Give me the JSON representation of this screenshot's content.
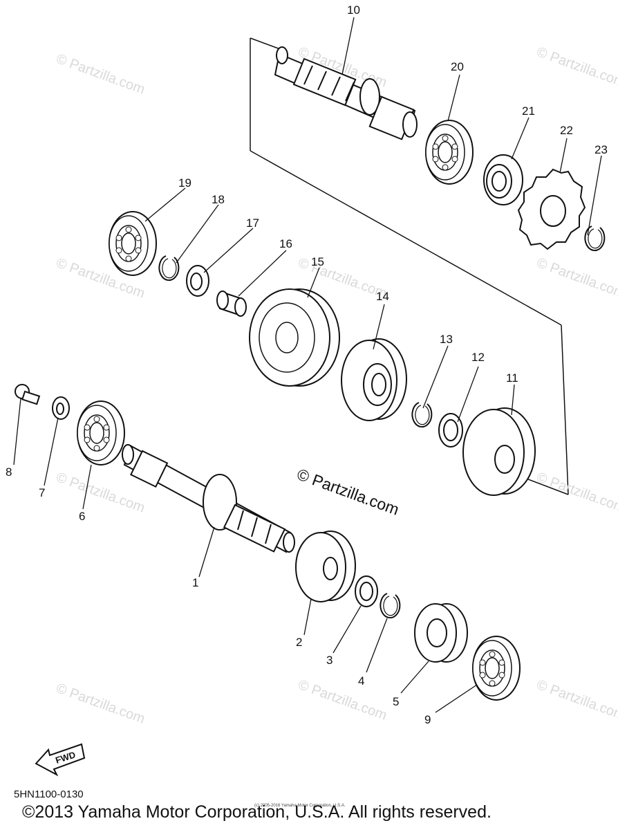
{
  "callouts": [
    {
      "num": "1"
    },
    {
      "num": "2"
    },
    {
      "num": "3"
    },
    {
      "num": "4"
    },
    {
      "num": "5"
    },
    {
      "num": "6"
    },
    {
      "num": "7"
    },
    {
      "num": "8"
    },
    {
      "num": "9"
    },
    {
      "num": "10"
    },
    {
      "num": "11"
    },
    {
      "num": "12"
    },
    {
      "num": "13"
    },
    {
      "num": "14"
    },
    {
      "num": "15"
    },
    {
      "num": "16"
    },
    {
      "num": "17"
    },
    {
      "num": "18"
    },
    {
      "num": "19"
    },
    {
      "num": "20"
    },
    {
      "num": "21"
    },
    {
      "num": "22"
    },
    {
      "num": "23"
    }
  ],
  "watermark": {
    "main_text": "© Partzilla.com",
    "repeat_text": "© Partzilla.com"
  },
  "fwd_label": "FWD",
  "part_code": "5HN1100-0130",
  "tiny_copyright": "(c) 2005-2016 Yamaha Motor Corporation, U.S.A.",
  "copyright": "©2013 Yamaha Motor Corporation, U.S.A. All rights reserved.",
  "colors": {
    "ink": "#111111",
    "watermark": "#d9d9d9",
    "background": "#ffffff"
  }
}
